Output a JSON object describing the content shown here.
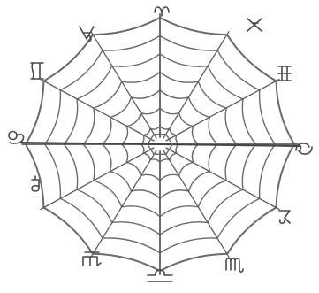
{
  "figure": {
    "kind": "spider-web drawing",
    "spoke_count": 12,
    "ring_count": 7,
    "colors": {
      "background": "#ffffff",
      "ink": "#5e5e5e",
      "glyph_ink": "#4a4a4a"
    }
  },
  "glyphs": [
    {
      "id": "glyph-top",
      "icon": "aries-glyph"
    },
    {
      "id": "glyph-top-right",
      "icon": "taurus-like-glyph"
    },
    {
      "id": "glyph-upper-right",
      "icon": "gemini-like-glyph"
    },
    {
      "id": "glyph-right",
      "icon": "cancer-like-glyph"
    },
    {
      "id": "glyph-lower-right",
      "icon": "leo-like-glyph"
    },
    {
      "id": "glyph-bottom-right",
      "icon": "virgo-like-glyph"
    },
    {
      "id": "glyph-bottom",
      "icon": "libra-glyph"
    },
    {
      "id": "glyph-bottom-left",
      "icon": "scorpio-like-glyph"
    },
    {
      "id": "glyph-lower-left",
      "icon": "sagittarius-like-glyph"
    },
    {
      "id": "glyph-left",
      "icon": "capricorn-like-glyph"
    },
    {
      "id": "glyph-upper-left",
      "icon": "aquarius-like-glyph"
    },
    {
      "id": "glyph-top-left",
      "icon": "pisces-like-glyph"
    }
  ]
}
